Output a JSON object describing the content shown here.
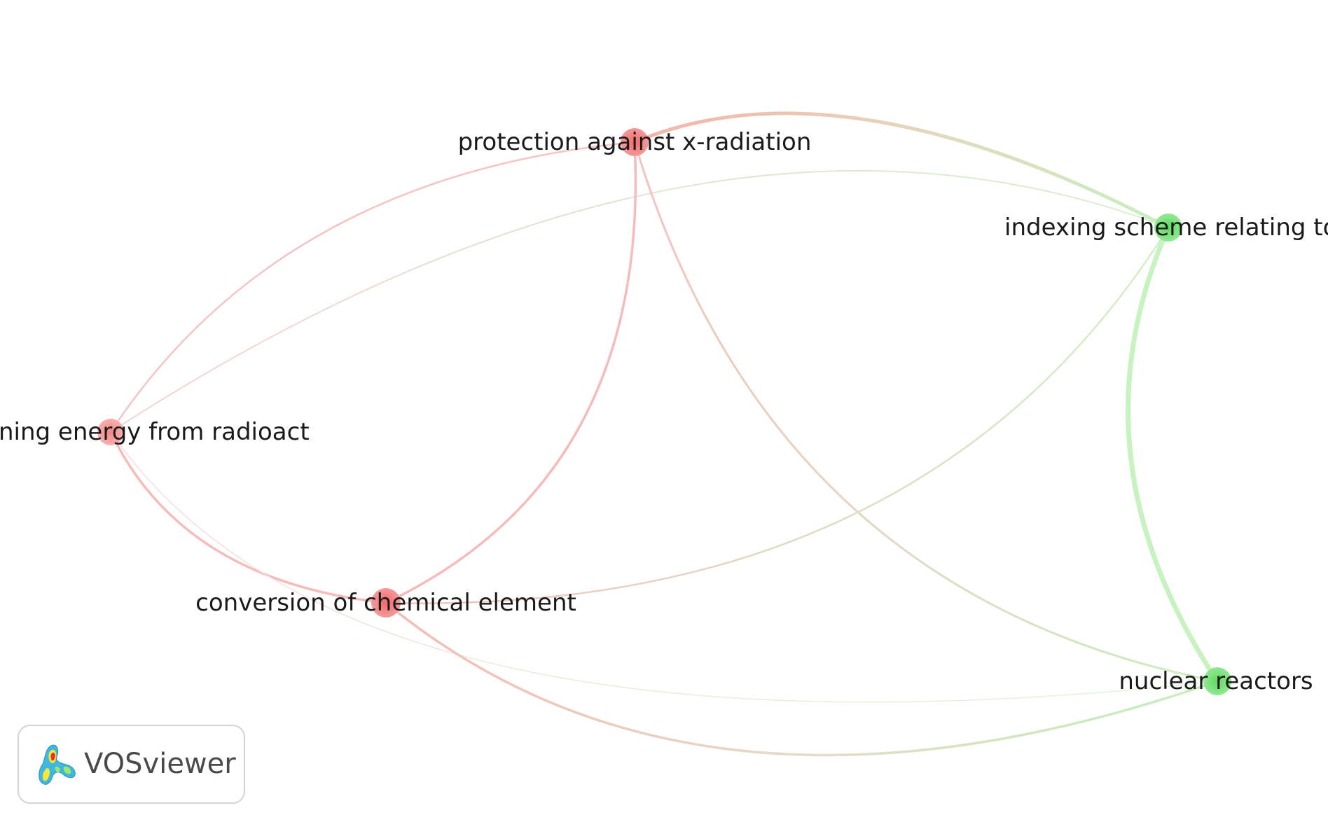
{
  "app": "VOSviewer",
  "logo": {
    "text": "VOSviewer"
  },
  "colors": {
    "cluster_red": "#f07a7a",
    "cluster_green": "#6bdc6b",
    "edge_red": "#f4b3b3",
    "edge_green": "#c8f0c0",
    "edge_mixed": "#e3d6c0",
    "label": "#1a1a1a"
  },
  "nodes": [
    {
      "id": "protection",
      "label": "protection against x-radiation",
      "cluster": "red"
    },
    {
      "id": "indexing",
      "label": "indexing scheme relating to nu",
      "cluster": "green"
    },
    {
      "id": "obtaining",
      "label": "ning energy from radioact",
      "cluster": "red"
    },
    {
      "id": "conversion",
      "label": "conversion of chemical element",
      "cluster": "red"
    },
    {
      "id": "reactors",
      "label": "nuclear reactors",
      "cluster": "green"
    }
  ],
  "edges": [
    {
      "source": "protection",
      "target": "indexing"
    },
    {
      "source": "protection",
      "target": "obtaining"
    },
    {
      "source": "protection",
      "target": "conversion"
    },
    {
      "source": "protection",
      "target": "reactors"
    },
    {
      "source": "indexing",
      "target": "obtaining"
    },
    {
      "source": "indexing",
      "target": "conversion"
    },
    {
      "source": "indexing",
      "target": "reactors"
    },
    {
      "source": "obtaining",
      "target": "conversion"
    },
    {
      "source": "obtaining",
      "target": "reactors"
    },
    {
      "source": "conversion",
      "target": "reactors"
    }
  ]
}
